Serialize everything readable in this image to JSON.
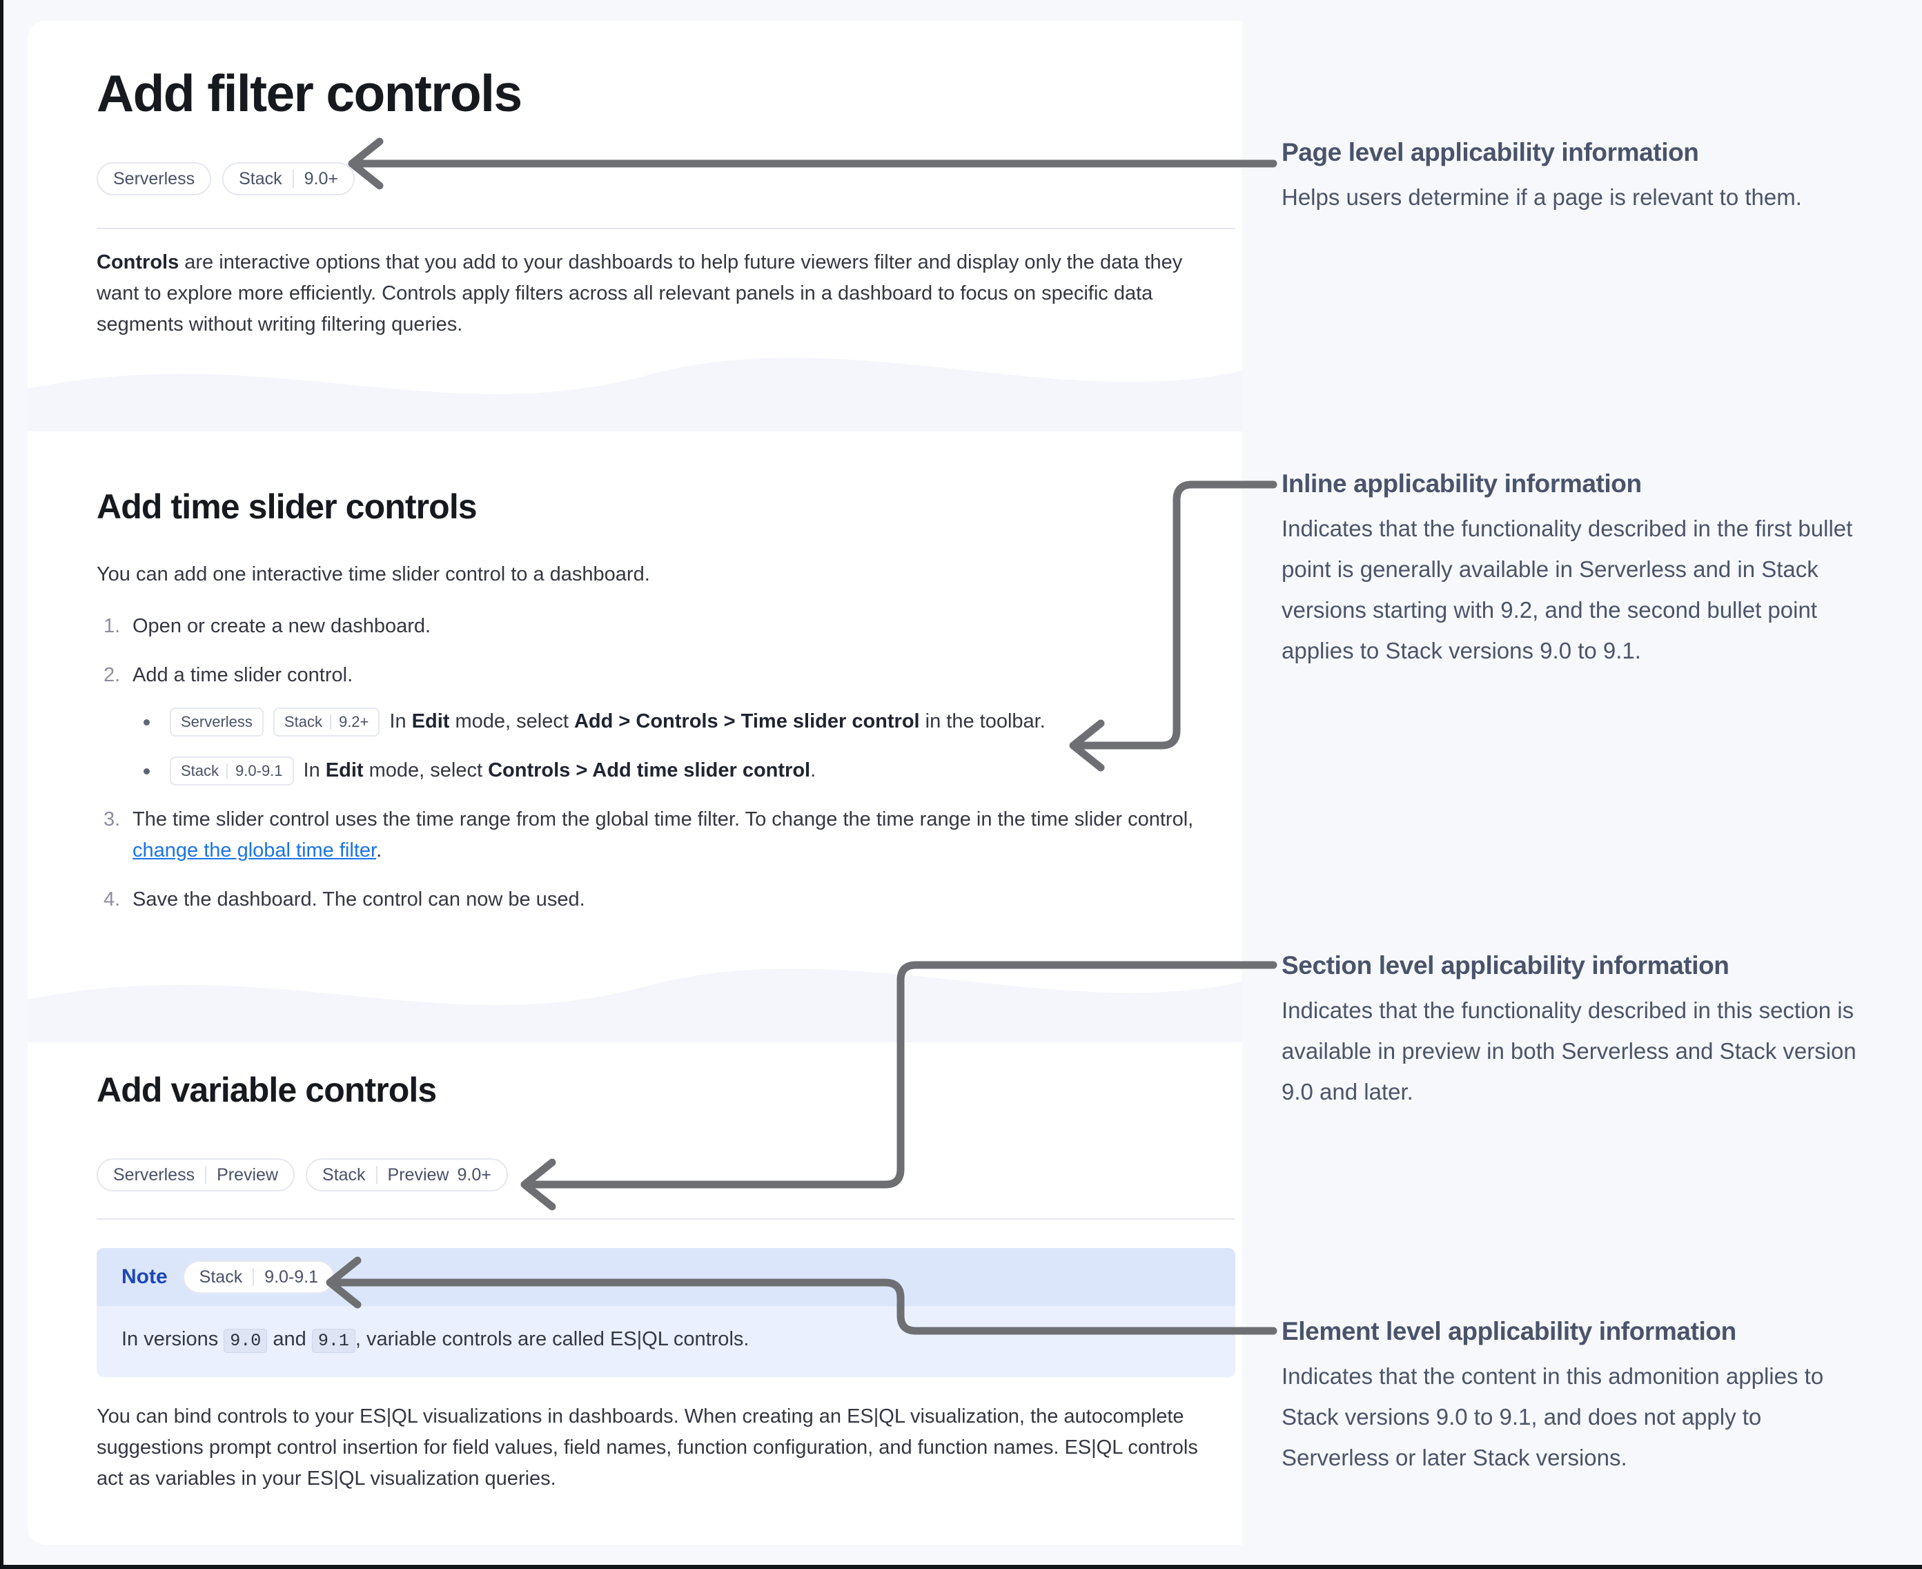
{
  "page": {
    "title": "Add filter controls",
    "applicability": [
      {
        "name": "Serverless",
        "parts": []
      },
      {
        "name": "Stack",
        "parts": [
          "9.0+"
        ]
      }
    ],
    "intro_bold": "Controls",
    "intro_rest": " are interactive options that you add to your dashboards to help future viewers filter and display only the data they want to explore more efficiently. Controls apply filters across all relevant panels in a dashboard to focus on specific data segments without writing filtering queries."
  },
  "section_time_slider": {
    "title": "Add time slider controls",
    "lede": "You can add one interactive time slider control to a dashboard.",
    "steps": [
      {
        "num": "1.",
        "text": "Open or create a new dashboard."
      },
      {
        "num": "2.",
        "text": "Add a time slider control."
      },
      {
        "num": "3.",
        "text_before": "The time slider control uses the time range from the global time filter. To change the time range in the time slider control, ",
        "link": "change the global time filter",
        "text_after": "."
      },
      {
        "num": "4.",
        "text": "Save the dashboard. The control can now be used."
      }
    ],
    "sub_bullets": [
      {
        "badges": [
          {
            "name": "Serverless",
            "parts": []
          },
          {
            "name": "Stack",
            "parts": [
              "9.2+"
            ]
          }
        ],
        "segments": [
          {
            "t": "In ",
            "b": false
          },
          {
            "t": "Edit",
            "b": true
          },
          {
            "t": " mode, select ",
            "b": false
          },
          {
            "t": "Add",
            "b": true
          },
          {
            "t": " > ",
            "b": true
          },
          {
            "t": "Controls",
            "b": true
          },
          {
            "t": " > ",
            "b": true
          },
          {
            "t": "Time slider control",
            "b": true
          },
          {
            "t": " in the toolbar.",
            "b": false
          }
        ]
      },
      {
        "badges": [
          {
            "name": "Stack",
            "parts": [
              "9.0-9.1"
            ]
          }
        ],
        "segments": [
          {
            "t": "In ",
            "b": false
          },
          {
            "t": "Edit",
            "b": true
          },
          {
            "t": " mode, select ",
            "b": false
          },
          {
            "t": "Controls",
            "b": true
          },
          {
            "t": " > ",
            "b": true
          },
          {
            "t": "Add time slider control",
            "b": true
          },
          {
            "t": ".",
            "b": false
          }
        ]
      }
    ]
  },
  "section_variable": {
    "title": "Add variable controls",
    "applicability": [
      {
        "name": "Serverless",
        "parts": [
          "Preview"
        ]
      },
      {
        "name": "Stack",
        "parts": [
          "Preview",
          "9.0+"
        ]
      }
    ],
    "note": {
      "label": "Note",
      "badges": [
        {
          "name": "Stack",
          "parts": [
            "9.0-9.1"
          ]
        }
      ],
      "body_parts": [
        {
          "t": "In versions ",
          "code": false
        },
        {
          "t": "9.0",
          "code": true
        },
        {
          "t": " and ",
          "code": false
        },
        {
          "t": "9.1",
          "code": true
        },
        {
          "t": ", variable controls are called ES|QL controls.",
          "code": false
        }
      ]
    },
    "paragraph": "You can bind controls to your ES|QL visualizations in dashboards. When creating an ES|QL visualization, the autocomplete suggestions prompt control insertion for field values, field names, function configuration, and function names. ES|QL controls act as variables in your ES|QL visualization queries."
  },
  "annotations": [
    {
      "id": "page-level",
      "heading": "Page level applicability information",
      "body": "Helps users determine if a page is relevant to them."
    },
    {
      "id": "inline",
      "heading": "Inline applicability information",
      "body": "Indicates that the functionality described in the first bullet point is generally available in Serverless and in Stack versions starting with 9.2, and the second bullet point applies to Stack versions 9.0 to 9.1."
    },
    {
      "id": "section-level",
      "heading": "Section level applicability information",
      "body": "Indicates that the functionality described in this section is available in preview in both Serverless and Stack version 9.0 and later."
    },
    {
      "id": "element-level",
      "heading": "Element level applicability information",
      "body": "Indicates that the content in this admonition applies to Stack versions 9.0 to 9.1, and does not apply to Serverless or later Stack versions."
    }
  ],
  "colors": {
    "card_bg": "#ffffff",
    "canvas_bg": "#f7f8fc",
    "wave": "#f4f6fb",
    "badge_border": "#e6e8f0",
    "badge_text": "#4a5167",
    "link": "#1a73e8",
    "note_header_bg": "#dce6fb",
    "note_body_bg": "#eaf0fd",
    "note_label": "#1c47b8",
    "connector": "#6d6f73",
    "annotation_heading": "#49536a",
    "annotation_body": "#4b5468"
  }
}
